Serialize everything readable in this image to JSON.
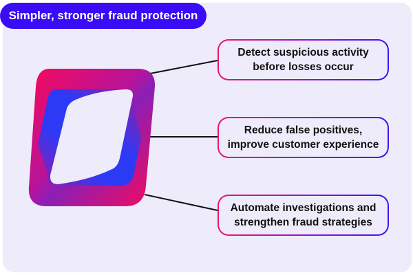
{
  "title": "Simpler, stronger fraud protection",
  "features": [
    {
      "line1": "Detect suspicious activity",
      "line2": "before losses occur"
    },
    {
      "line1": "Reduce false positives,",
      "line2": "improve customer experience"
    },
    {
      "line1": "Automate investigations and",
      "line2": "strengthen fraud strategies"
    }
  ],
  "colors": {
    "accent": "#3a0cf5",
    "pink": "#f50a5c",
    "blue": "#2d3af5",
    "background": "#eeebfb"
  }
}
